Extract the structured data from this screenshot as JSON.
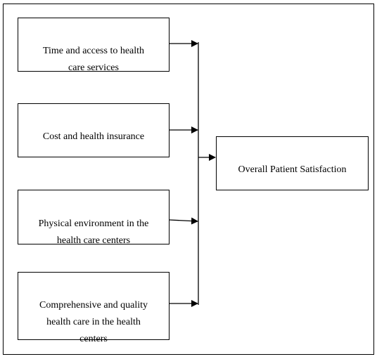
{
  "diagram": {
    "factors": [
      "Time and access to health\ncare services",
      "Cost and health insurance",
      "Physical environment in the\nhealth care centers",
      "Comprehensive and quality\nhealth care in the health\ncenters"
    ],
    "outcome": "Overall Patient Satisfaction"
  }
}
